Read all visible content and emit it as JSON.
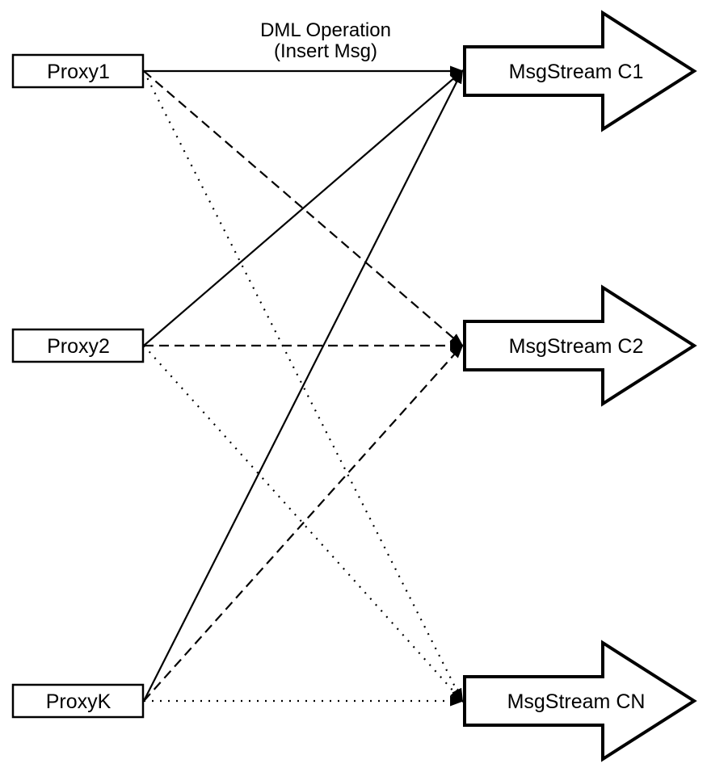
{
  "diagram": {
    "annotation": {
      "line1": "DML Operation",
      "line2": "(Insert Msg)"
    },
    "proxies": [
      {
        "id": "proxy1",
        "label": "Proxy1"
      },
      {
        "id": "proxy2",
        "label": "Proxy2"
      },
      {
        "id": "proxyk",
        "label": "ProxyK"
      }
    ],
    "streams": [
      {
        "id": "c1",
        "label": "MsgStream C1",
        "shape": "block-arrow-right"
      },
      {
        "id": "c2",
        "label": "MsgStream C2",
        "shape": "block-arrow-right"
      },
      {
        "id": "cn",
        "label": "MsgStream CN",
        "shape": "block-arrow-right"
      }
    ],
    "edges": [
      {
        "from": "proxy1",
        "to": "c1",
        "style": "solid"
      },
      {
        "from": "proxy2",
        "to": "c1",
        "style": "solid"
      },
      {
        "from": "proxyk",
        "to": "c1",
        "style": "solid"
      },
      {
        "from": "proxy1",
        "to": "c2",
        "style": "dashed"
      },
      {
        "from": "proxy2",
        "to": "c2",
        "style": "dashed"
      },
      {
        "from": "proxyk",
        "to": "c2",
        "style": "dashed"
      },
      {
        "from": "proxy1",
        "to": "cn",
        "style": "dotted"
      },
      {
        "from": "proxy2",
        "to": "cn",
        "style": "dotted"
      },
      {
        "from": "proxyk",
        "to": "cn",
        "style": "dotted"
      }
    ],
    "colors": {
      "stroke": "#000000",
      "fill": "#ffffff",
      "background": "#ffffff"
    }
  }
}
